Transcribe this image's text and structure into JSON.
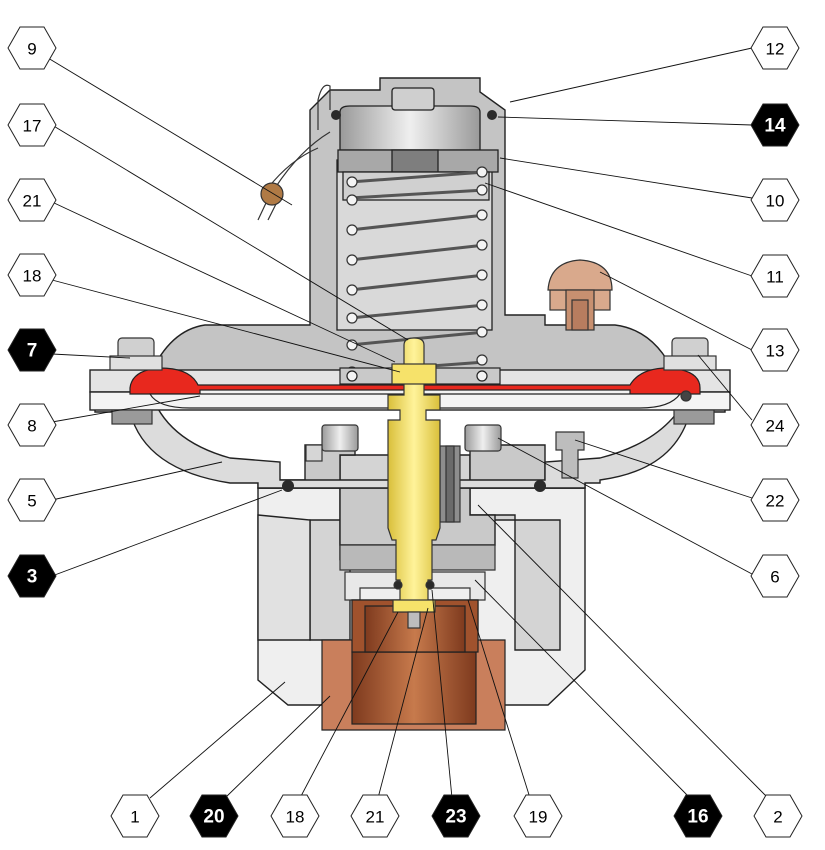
{
  "labels": {
    "l1": "1",
    "l2": "2",
    "l3": "3",
    "l5": "5",
    "l6": "6",
    "l7": "7",
    "l8": "8",
    "l9": "9",
    "l10": "10",
    "l11": "11",
    "l12": "12",
    "l13": "13",
    "l14": "14",
    "l16": "16",
    "l17": "17",
    "l18a": "18",
    "l18b": "18",
    "l19": "19",
    "l20": "20",
    "l21a": "21",
    "l21b": "21",
    "l22": "22",
    "l23": "23",
    "l24": "24"
  },
  "colors": {
    "body_grey": "#c8c8c8",
    "light_grey": "#e6e6e6",
    "dark_grey": "#8a8a8a",
    "diaphragm_red": "#e8281e",
    "stem_yellow": "#f6e26a",
    "seat_copper": "#b0603a",
    "knob_tan": "#d9a98c",
    "outline": "#222222",
    "callout_inverted": "#000000"
  }
}
